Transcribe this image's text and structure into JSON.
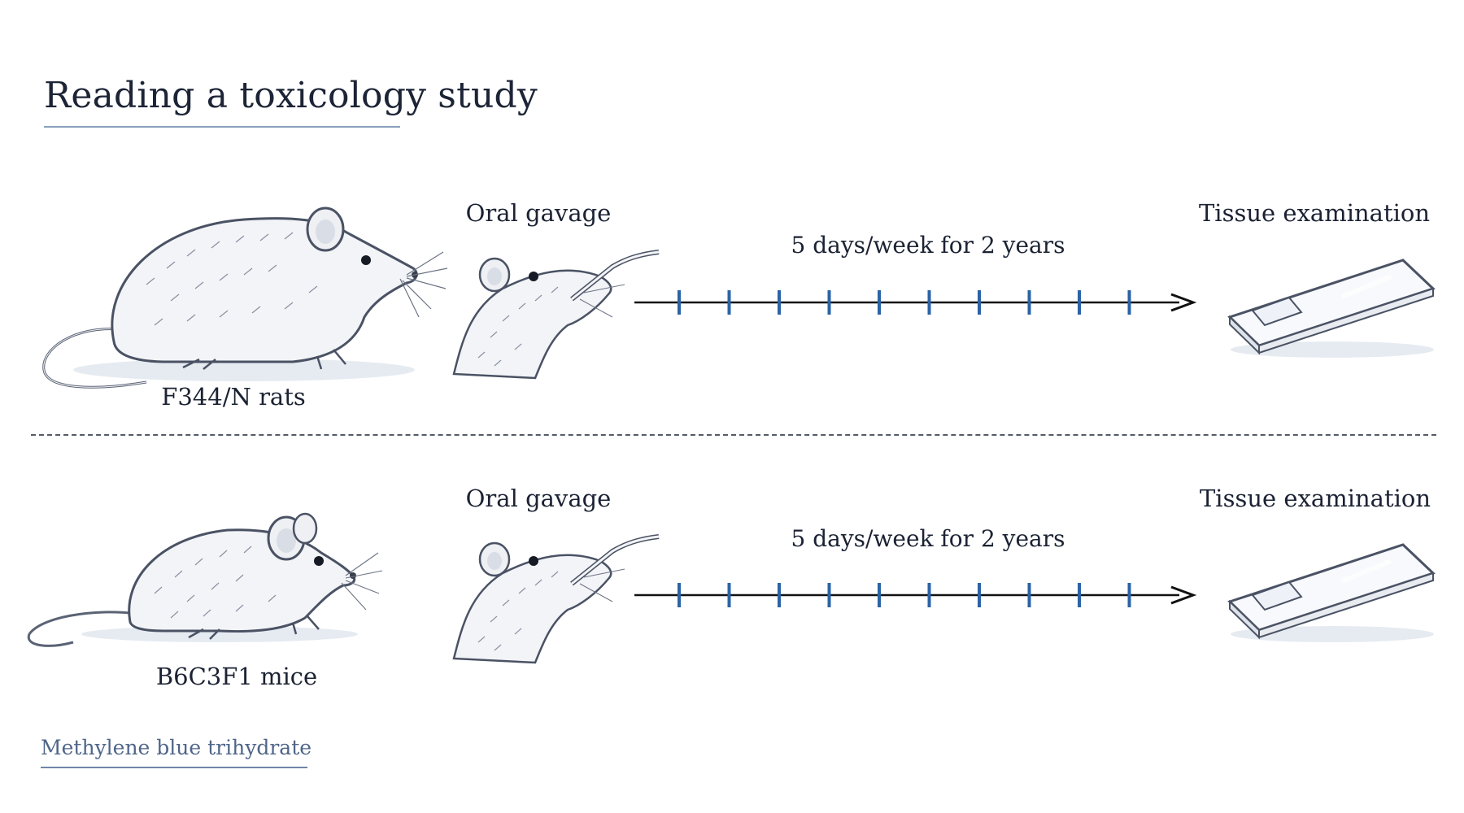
{
  "title": "Reading a toxicology study",
  "rows": [
    {
      "species_label": "F344/N rats",
      "method_label": "Oral gavage",
      "schedule_label": "5 days/week for 2 years",
      "endpoint_label": "Tissue examination",
      "dose_ticks": 10
    },
    {
      "species_label": "B6C3F1 mice",
      "method_label": "Oral gavage",
      "schedule_label": "5 days/week for 2 years",
      "endpoint_label": "Tissue examination",
      "dose_ticks": 10
    }
  ],
  "footer": "Methylene blue trihydrate",
  "colors": {
    "tick": "#2b63a6",
    "axis": "#111111",
    "divider": "#555b66",
    "footer": "#4f6589",
    "title_rule": "#8aa0bd"
  },
  "icons": {
    "species": [
      "rat-icon",
      "mouse-icon"
    ],
    "method": "gavage-mouse-icon",
    "endpoint": "microscope-slide-icon"
  }
}
